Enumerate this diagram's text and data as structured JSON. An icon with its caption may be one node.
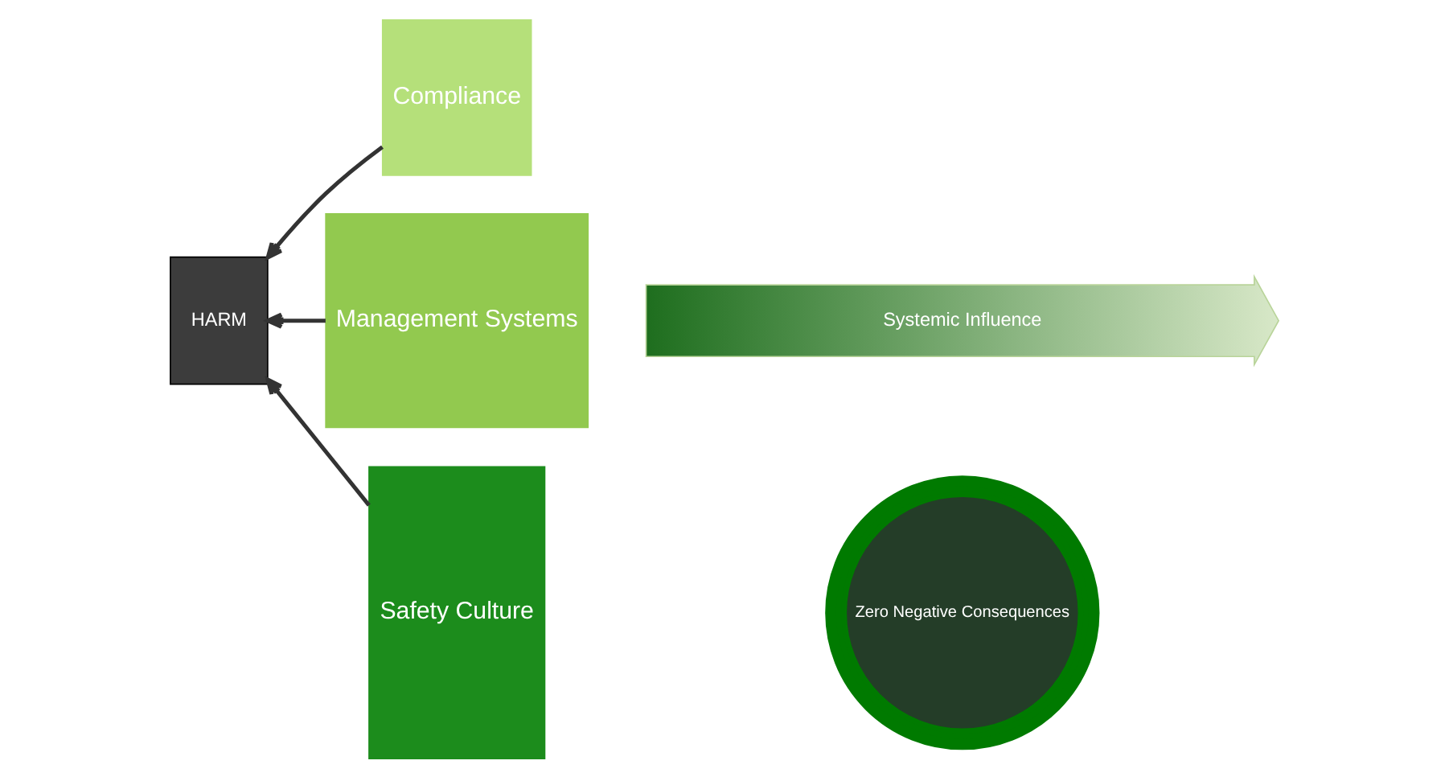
{
  "diagram": {
    "nodes": [
      {
        "text": [
          "HARM"
        ]
      },
      {
        "text": [
          "Compliance"
        ]
      },
      {
        "text": [
          "Management Systems"
        ]
      },
      {
        "text": [
          "Safety Culture"
        ]
      },
      {
        "text": [
          "Systemic Influence"
        ]
      },
      {
        "text": [
          "Zero Negative Consequences"
        ]
      }
    ],
    "edges": [
      {
        "from": 3,
        "to": 0,
        "arrow": "to"
      },
      {
        "from": 2,
        "to": 0,
        "arrow": "to"
      },
      {
        "from": 1,
        "to": 0,
        "arrow": "to"
      }
    ]
  }
}
